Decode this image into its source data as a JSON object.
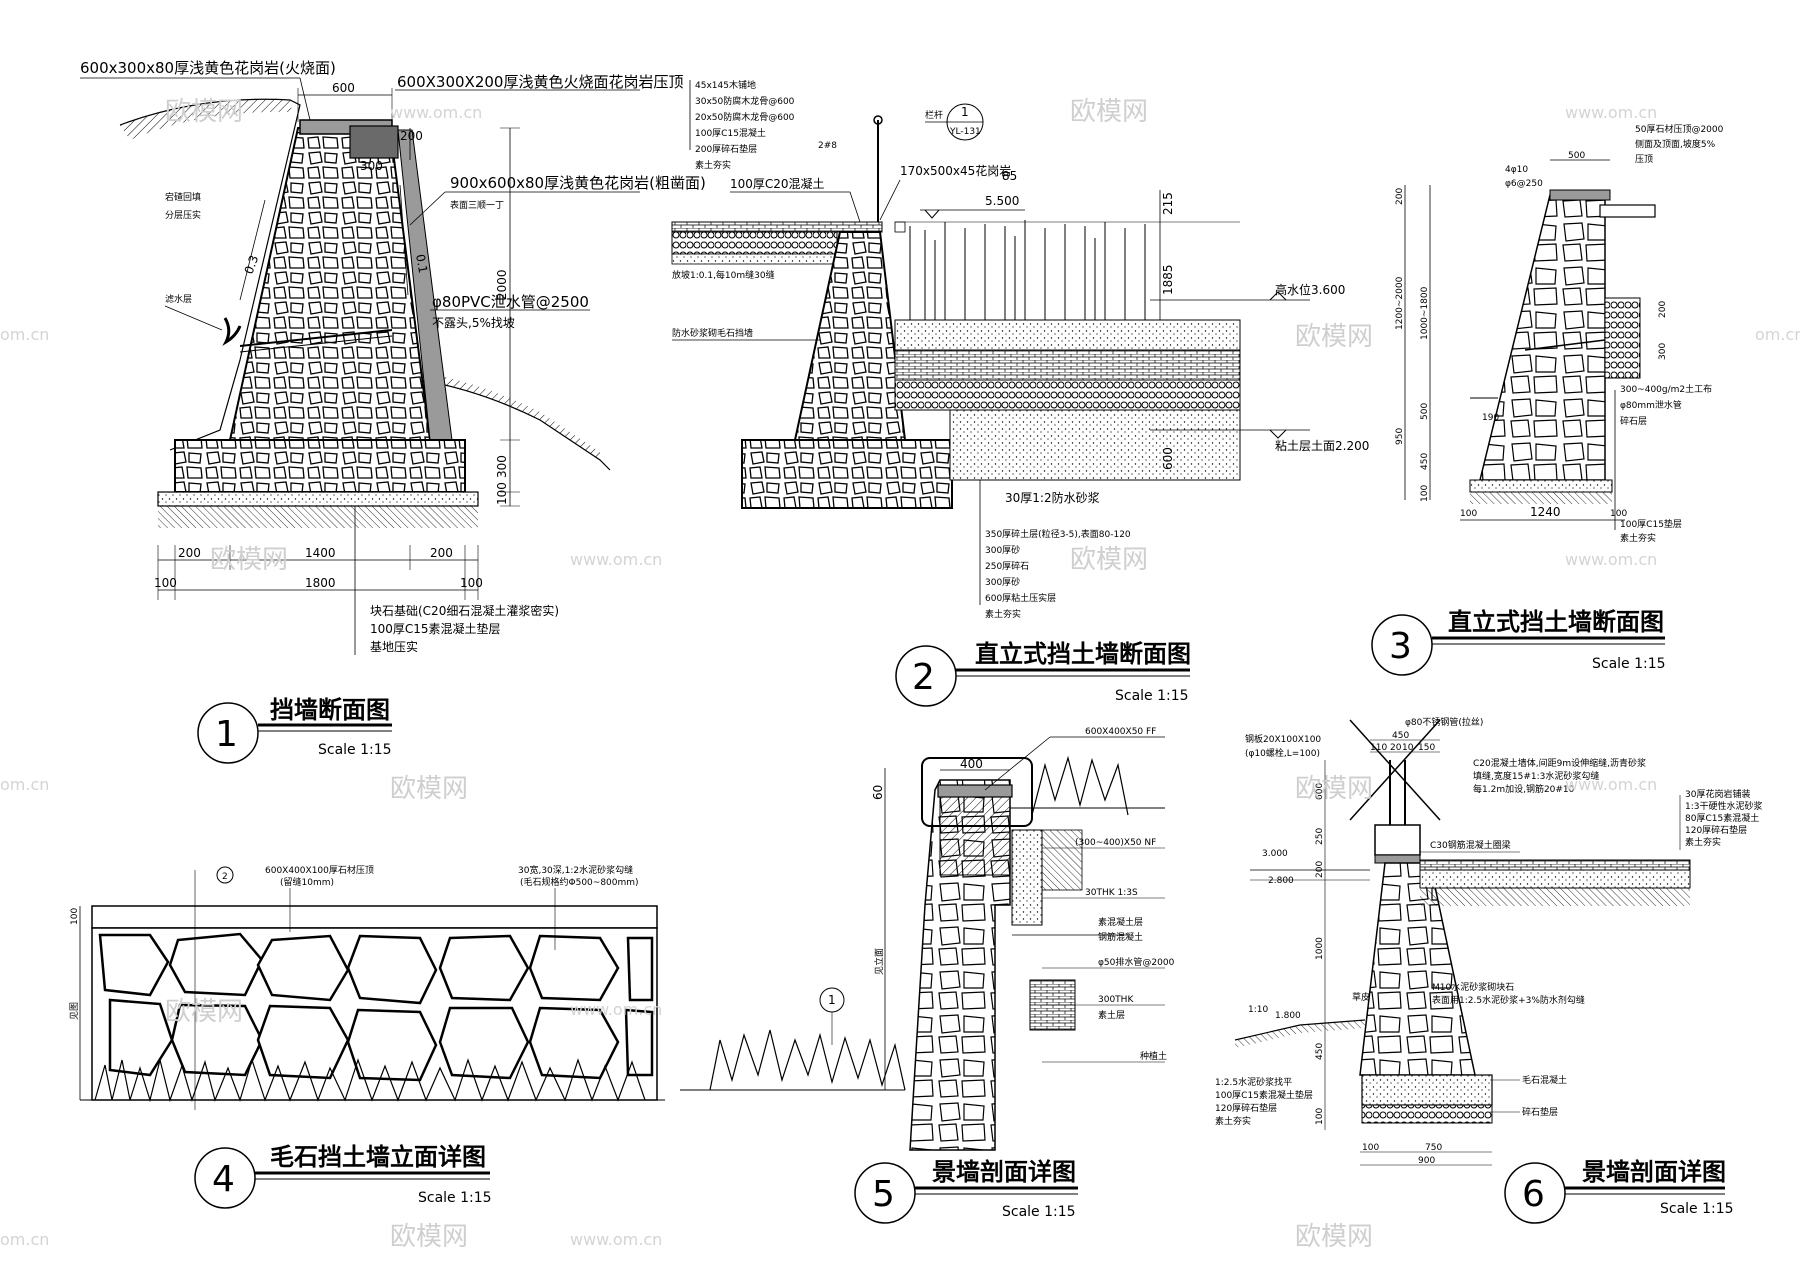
{
  "watermarks": {
    "brand": "欧模网",
    "url": "www.om.cn",
    "url_short": "om.cn"
  },
  "detail1": {
    "number": "1",
    "title": "挡墙断面图",
    "scale": "Scale 1:15",
    "labels": {
      "cap_top": "600x300x80厚浅黄色花岗岩(火烧面)",
      "cap_side": "600X300X200厚浅黄色火烧面花岗岩压顶",
      "dim_600": "600",
      "dim_200": "200",
      "dim_300": "300",
      "facing": "900x600x80厚浅黄色花岗岩(粗凿面)",
      "facing2": "表面三顺一丁",
      "backfill1": "宕碴回填",
      "backfill2": "分层压实",
      "slope_left": "0.3",
      "slope_right": "0.1",
      "drain": "滤水层",
      "pipe": "φ80PVC泄水管@2500",
      "pipe2": "不露头,5%找坡",
      "h_2000": "2000",
      "h_300": "300",
      "h_100": "100",
      "w_200a": "200",
      "w_1400": "1400",
      "w_200b": "200",
      "w_100a": "100",
      "w_1800": "1800",
      "w_100b": "100",
      "base1": "块石基础(C20细石混凝土灌浆密实)",
      "base2": "100厚C15素混凝土垫层",
      "base3": "基地压实"
    }
  },
  "detail2": {
    "number": "2",
    "title": "直立式挡土墙断面图",
    "scale": "Scale 1:15",
    "labels": {
      "layer1": "45x145木铺地",
      "layer2": "30x50防腐木龙骨@600",
      "layer3": "20x50防腐木龙骨@600",
      "layer4": "100厚C15混凝土",
      "layer5": "200厚碎石垫层",
      "layer6": "素土夯实",
      "rail": "栏杆",
      "rail_ref": "YL-131",
      "rail_num": "1",
      "c20": "100厚C20混凝土",
      "slab": "170x500x45花岗岩",
      "h85": "85",
      "bar": "2#8",
      "elev1": "5.500",
      "h215": "215",
      "h1885": "1885",
      "elev2": "高水位3.600",
      "slope": "放坡1:0.1,每10m缝30缝",
      "wall": "防水砂浆砌毛石挡墙",
      "elev3": "粘土层土面2.200",
      "sand": "30厚1:2防水砂浆",
      "s1": "350厚碎土层(粒径3-5),表面80-120",
      "s2": "300厚砂",
      "s3": "250厚碎石",
      "s4": "300厚砂",
      "s5": "600厚粘土压实层",
      "s6": "素土夯实",
      "h600": "600"
    }
  },
  "detail3": {
    "number": "3",
    "title": "直立式挡土墙断面图",
    "scale": "Scale 1:15",
    "labels": {
      "top": "50厚石材压顶@2000",
      "top2": "侧面及顶面,坡度5%",
      "top3": "压顶",
      "bar1": "4φ10",
      "bar2": "φ6@250",
      "d500": "500",
      "h200": "200",
      "h1200": "1200~2000",
      "h1000": "1000~1800",
      "h500": "500",
      "h950": "950",
      "h450": "450",
      "h100": "100",
      "h200b": "200",
      "h300": "300",
      "w190": "190",
      "w100a": "100",
      "w1240": "1240",
      "w100b": "100",
      "n1": "300~400g/m2土工布",
      "n2": "φ80mm泄水管",
      "n3": "碎石层",
      "n4": "100厚C15垫层",
      "n5": "素土夯实"
    }
  },
  "detail4": {
    "number": "4",
    "title": "毛石挡土墙立面详图",
    "scale": "Scale 1:15",
    "labels": {
      "cap": "600X400X100厚石材压顶",
      "cap2": "(留缝10mm)",
      "joint": "30宽,30深,1:2水泥砂浆勾缝",
      "joint2": "(毛石规格约Φ500~800mm)",
      "ref": "2",
      "h100": "100",
      "hvar": "见图"
    }
  },
  "detail5": {
    "number": "5",
    "title": "景墙剖面详图",
    "scale": "Scale 1:15",
    "labels": {
      "cap": "600X400X50 FF",
      "w400": "400",
      "h60": "60",
      "l1": "(300~400)X50 NF",
      "l2": "30THK 1:3S",
      "l3": "素混凝土层",
      "l4": "钢筋混凝土",
      "l5": "φ50排水管@2000",
      "l6": "300THK",
      "l7": "素土层",
      "l8": "种植土",
      "ref": "1",
      "hvar": "见立面"
    }
  },
  "detail6": {
    "number": "6",
    "title": "景墙剖面详图",
    "scale": "Scale 1:15",
    "labels": {
      "post": "φ80不锈钢管(拉丝)",
      "plate": "钢板20X100X100",
      "plate2": "(φ10螺栓,L=100)",
      "w450": "450",
      "w110": "110",
      "w20": "20",
      "w10": "10",
      "w150": "150",
      "c20": "C20混凝土墙体,间距9m设伸缩缝,沥青砂浆",
      "c20b": "填缝,宽度15#1:3水泥砂浆勾缝",
      "c20c": "每1.2m加设,钢筋20#10",
      "c30": "C30钢筋混凝土圈梁",
      "elev1": "3.000",
      "elev2": "2.800",
      "elev3": "1.800",
      "slope": "1:10",
      "r1": "30厚花岗岩铺装",
      "r2": "1:3干硬性水泥砂浆",
      "r3": "80厚C15素混凝土",
      "r4": "120厚碎石垫层",
      "r5": "素土夯实",
      "m10": "M10水泥砂浆砌块石",
      "m10b": "表面用1:2.5水泥砂浆+3%防水剂勾缝",
      "h600": "600",
      "h250": "250",
      "h200": "200",
      "h1000": "1000",
      "h450": "450",
      "h100": "100",
      "b1": "1:2.5水泥砂浆找平",
      "b2": "100厚C15素混凝土垫层",
      "b3": "120厚碎石垫层",
      "b4": "素土夯实",
      "base": "毛石混凝土",
      "base2": "碎石垫层",
      "turf": "草皮",
      "w100": "100",
      "w750": "750",
      "w900": "900"
    }
  },
  "colors": {
    "line": "#000000",
    "watermark": "#cfcfcf"
  }
}
